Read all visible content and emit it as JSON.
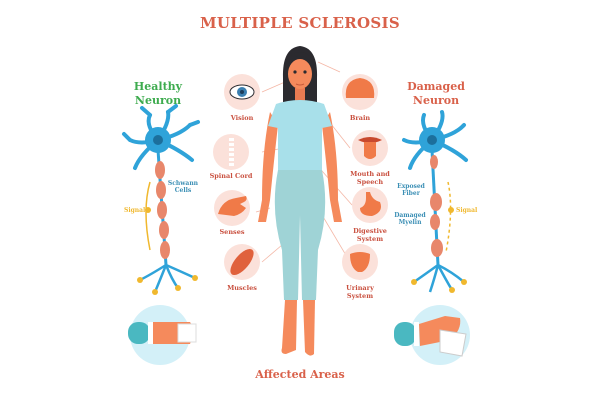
{
  "title": "MULTIPLE SCLEROSIS",
  "footer": "Affected Areas",
  "colors": {
    "title_red": "#d9614a",
    "healthy_green": "#3dab4e",
    "neuron_blue": "#2fa3d9",
    "myelin_salmon": "#e8876b",
    "signal_yellow": "#f0b82e",
    "circle_pink": "#fbe1da",
    "shirt_blue": "#a8e0ea",
    "pants_teal": "#9fd3d6",
    "skin": "#f58a5c"
  },
  "left_neuron": {
    "title_line1": "Healthy",
    "title_line2": "Neuron",
    "schwann_line1": "Schwann",
    "schwann_line2": "Cells",
    "signal": "Signal"
  },
  "right_neuron": {
    "title_line1": "Damaged",
    "title_line2": "Neuron",
    "exposed_line1": "Exposed",
    "exposed_line2": "Fiber",
    "damaged_line1": "Damaged",
    "damaged_line2": "Myelin",
    "signal": "Signal"
  },
  "left_organs": [
    {
      "label": "Vision",
      "icon": "eye-icon"
    },
    {
      "label": "Spinal Cord",
      "icon": "spine-icon"
    },
    {
      "label": "Senses",
      "icon": "hand-icon"
    },
    {
      "label": "Muscles",
      "icon": "muscle-icon"
    }
  ],
  "right_organs": [
    {
      "label": "Brain",
      "icon": "brain-icon"
    },
    {
      "label_line1": "Mouth and",
      "label_line2": "Speech",
      "icon": "mouth-icon"
    },
    {
      "label_line1": "Digestive",
      "label_line2": "System",
      "icon": "stomach-icon"
    },
    {
      "label_line1": "Urinary",
      "label_line2": "System",
      "icon": "bladder-icon"
    }
  ]
}
